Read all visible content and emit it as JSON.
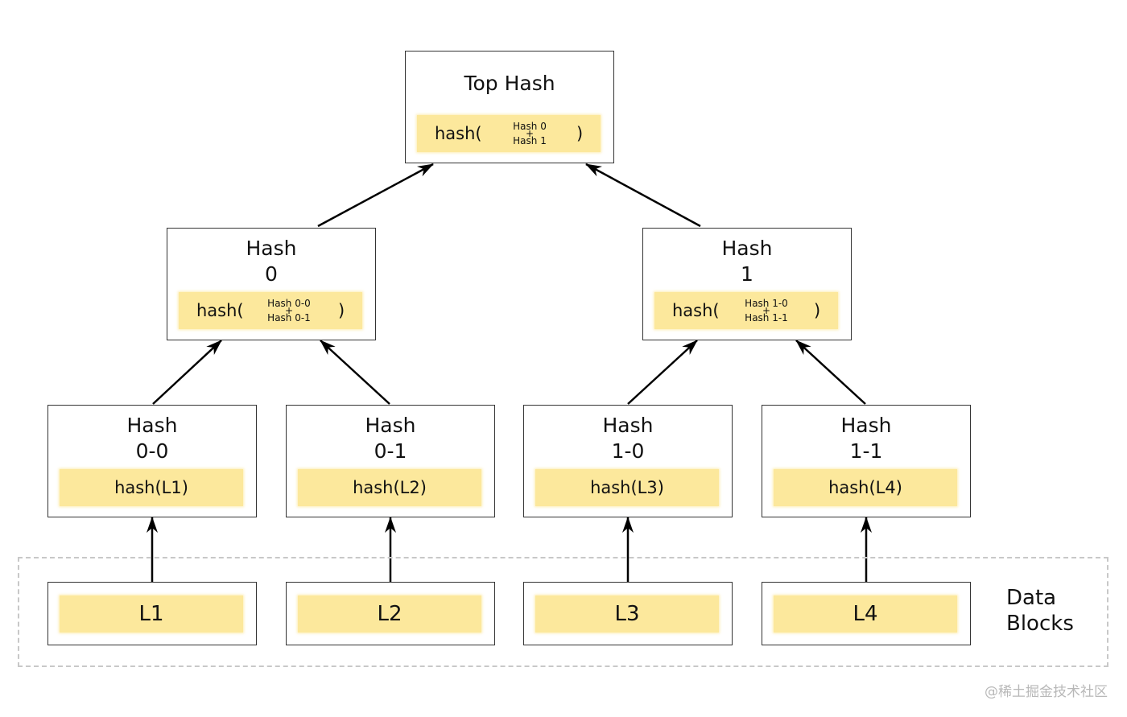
{
  "top": {
    "title": "Top Hash",
    "fn": "hash(",
    "a": "Hash 0",
    "plus": "+",
    "b": "Hash 1",
    "close": ")"
  },
  "h0": {
    "title1": "Hash",
    "title2": "0",
    "fn": "hash(",
    "a": "Hash 0-0",
    "plus": "+",
    "b": "Hash 0-1",
    "close": ")"
  },
  "h1": {
    "title1": "Hash",
    "title2": "1",
    "fn": "hash(",
    "a": "Hash 1-0",
    "plus": "+",
    "b": "Hash 1-1",
    "close": ")"
  },
  "leaves": [
    {
      "title1": "Hash",
      "title2": "0-0",
      "fn": "hash(L1)"
    },
    {
      "title1": "Hash",
      "title2": "0-1",
      "fn": "hash(L2)"
    },
    {
      "title1": "Hash",
      "title2": "1-0",
      "fn": "hash(L3)"
    },
    {
      "title1": "Hash",
      "title2": "1-1",
      "fn": "hash(L4)"
    }
  ],
  "blocks": [
    "L1",
    "L2",
    "L3",
    "L4"
  ],
  "data_label": {
    "line1": "Data",
    "line2": "Blocks"
  },
  "watermark": "@稀土掘金技术社区",
  "colors": {
    "band": "#fce89c",
    "border": "#333333",
    "dashed": "#c8c8c8"
  }
}
